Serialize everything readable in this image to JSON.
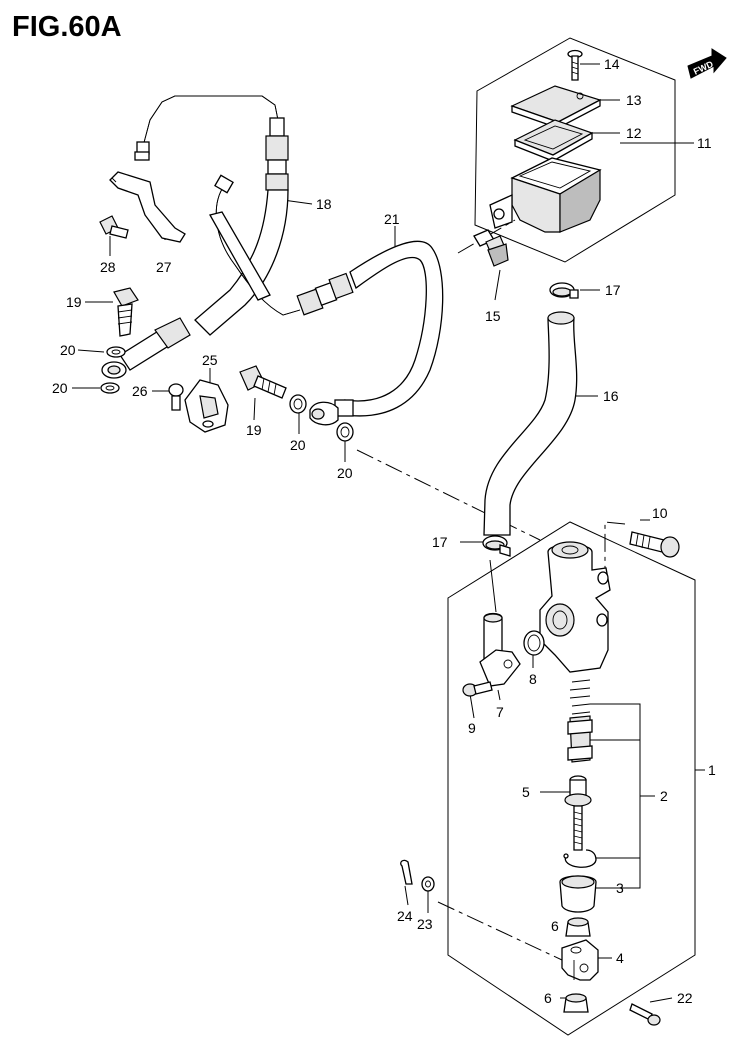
{
  "figure": {
    "title": "FIG.60A"
  },
  "direction_badge": {
    "text": "FWD",
    "icon": "arrow-right-icon"
  },
  "callouts": [
    {
      "id": "c1",
      "label": "1"
    },
    {
      "id": "c2",
      "label": "2"
    },
    {
      "id": "c3",
      "label": "3"
    },
    {
      "id": "c4",
      "label": "4"
    },
    {
      "id": "c5",
      "label": "5"
    },
    {
      "id": "c6a",
      "label": "6"
    },
    {
      "id": "c6b",
      "label": "6"
    },
    {
      "id": "c7",
      "label": "7"
    },
    {
      "id": "c8",
      "label": "8"
    },
    {
      "id": "c9",
      "label": "9"
    },
    {
      "id": "c10",
      "label": "10"
    },
    {
      "id": "c11",
      "label": "11"
    },
    {
      "id": "c12",
      "label": "12"
    },
    {
      "id": "c13",
      "label": "13"
    },
    {
      "id": "c14",
      "label": "14"
    },
    {
      "id": "c15",
      "label": "15"
    },
    {
      "id": "c16",
      "label": "16"
    },
    {
      "id": "c17a",
      "label": "17"
    },
    {
      "id": "c17b",
      "label": "17"
    },
    {
      "id": "c18",
      "label": "18"
    },
    {
      "id": "c19a",
      "label": "19"
    },
    {
      "id": "c19b",
      "label": "19"
    },
    {
      "id": "c20a",
      "label": "20"
    },
    {
      "id": "c20b",
      "label": "20"
    },
    {
      "id": "c20c",
      "label": "20"
    },
    {
      "id": "c20d",
      "label": "20"
    },
    {
      "id": "c21",
      "label": "21"
    },
    {
      "id": "c22",
      "label": "22"
    },
    {
      "id": "c23",
      "label": "23"
    },
    {
      "id": "c24",
      "label": "24"
    },
    {
      "id": "c25",
      "label": "25"
    },
    {
      "id": "c26",
      "label": "26"
    },
    {
      "id": "c27",
      "label": "27"
    },
    {
      "id": "c28",
      "label": "28"
    }
  ]
}
